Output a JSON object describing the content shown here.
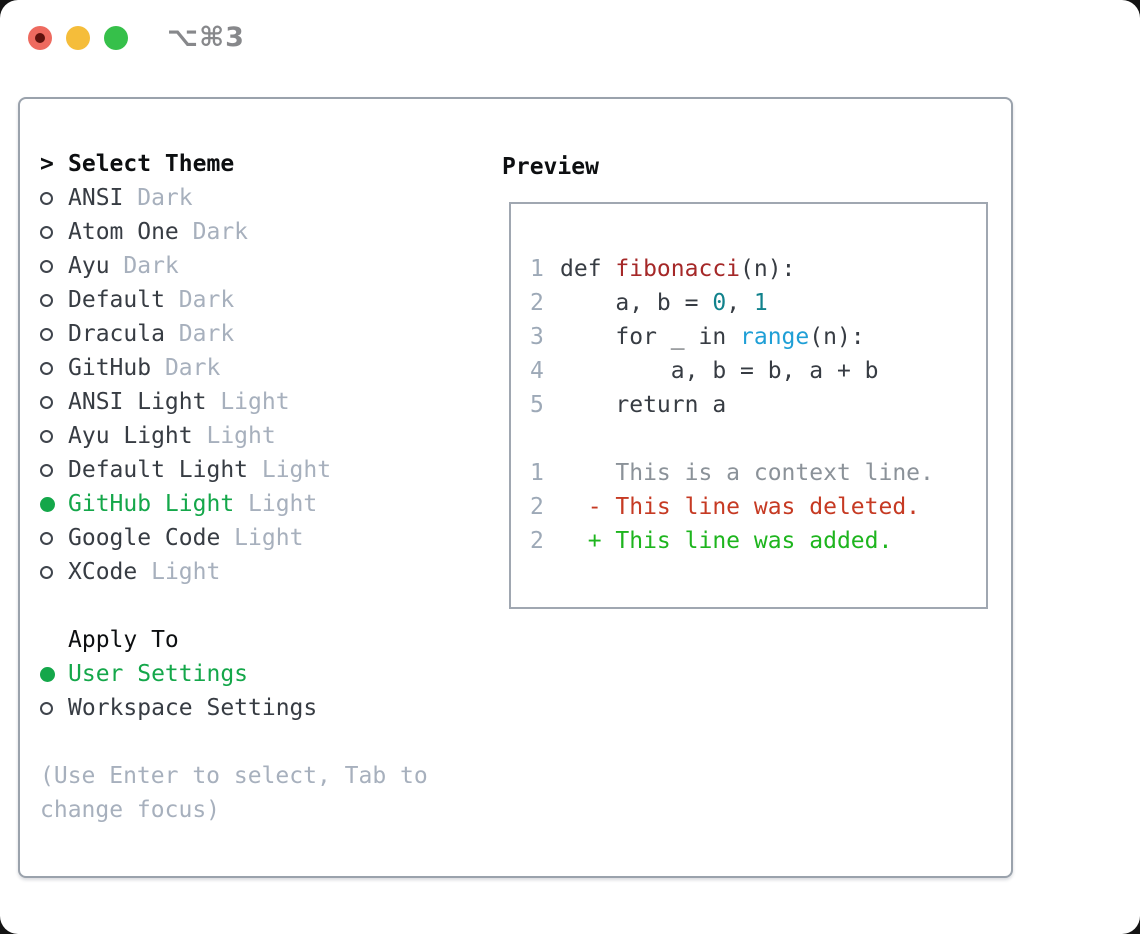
{
  "window": {
    "title": "⌥⌘3",
    "traffic_lights": [
      "close-button",
      "minimize-button",
      "zoom-button"
    ]
  },
  "colors": {
    "accent_green": "#14a74a",
    "added_green": "#1eb51e",
    "deleted_red": "#c63a23",
    "context_gray": "#8b9299",
    "func_red": "#a52828",
    "num_teal": "#11828c",
    "builtin_blue": "#1f9fd6",
    "text_dark": "#373c43",
    "muted": "#a7b0bd",
    "line_num": "#9da9b7",
    "panel_border": "#9aa2ac",
    "preview_border": "#a0a7b1",
    "title_gray": "#87888b",
    "tl_red": "#ee6a5f",
    "tl_red_dot": "#5f120d",
    "tl_yellow": "#f5bd3a",
    "tl_green": "#36c04a"
  },
  "sidebar": {
    "header": "Select Theme",
    "header_caret": ">",
    "themes": [
      {
        "name": "ANSI",
        "variant": "Dark",
        "selected": false
      },
      {
        "name": "Atom One",
        "variant": "Dark",
        "selected": false
      },
      {
        "name": "Ayu",
        "variant": "Dark",
        "selected": false
      },
      {
        "name": "Default",
        "variant": "Dark",
        "selected": false
      },
      {
        "name": "Dracula",
        "variant": "Dark",
        "selected": false
      },
      {
        "name": "GitHub",
        "variant": "Dark",
        "selected": false
      },
      {
        "name": "ANSI Light",
        "variant": "Light",
        "selected": false
      },
      {
        "name": "Ayu Light",
        "variant": "Light",
        "selected": false
      },
      {
        "name": "Default Light",
        "variant": "Light",
        "selected": false
      },
      {
        "name": "GitHub Light",
        "variant": "Light",
        "selected": true
      },
      {
        "name": "Google Code",
        "variant": "Light",
        "selected": false
      },
      {
        "name": "XCode",
        "variant": "Light",
        "selected": false
      }
    ],
    "apply_to": {
      "header": "Apply To",
      "options": [
        {
          "name": "User Settings",
          "selected": true
        },
        {
          "name": "Workspace Settings",
          "selected": false
        }
      ]
    },
    "hint": "(Use Enter to select, Tab to change focus)"
  },
  "preview": {
    "header": "Preview",
    "code_lines": [
      {
        "num": "1",
        "segments": [
          {
            "text": "def ",
            "style": "plain"
          },
          {
            "text": "fibonacci",
            "style": "function"
          },
          {
            "text": "(n):",
            "style": "plain"
          }
        ]
      },
      {
        "num": "2",
        "segments": [
          {
            "text": "    a, b = ",
            "style": "plain"
          },
          {
            "text": "0",
            "style": "number"
          },
          {
            "text": ", ",
            "style": "plain"
          },
          {
            "text": "1",
            "style": "number"
          }
        ]
      },
      {
        "num": "3",
        "segments": [
          {
            "text": "    for _ in ",
            "style": "plain"
          },
          {
            "text": "range",
            "style": "builtin"
          },
          {
            "text": "(n):",
            "style": "plain"
          }
        ]
      },
      {
        "num": "4",
        "segments": [
          {
            "text": "        a, b = b, a + b",
            "style": "plain"
          }
        ]
      },
      {
        "num": "5",
        "segments": [
          {
            "text": "    return a",
            "style": "plain"
          }
        ]
      },
      {
        "num": "",
        "segments": []
      },
      {
        "num": "1",
        "segments": [
          {
            "text": "    This is a context line.",
            "style": "context"
          }
        ]
      },
      {
        "num": "2",
        "segments": [
          {
            "text": "  - This line was deleted.",
            "style": "deleted"
          }
        ]
      },
      {
        "num": "2",
        "segments": [
          {
            "text": "  + This line was added.",
            "style": "added"
          }
        ]
      }
    ]
  }
}
